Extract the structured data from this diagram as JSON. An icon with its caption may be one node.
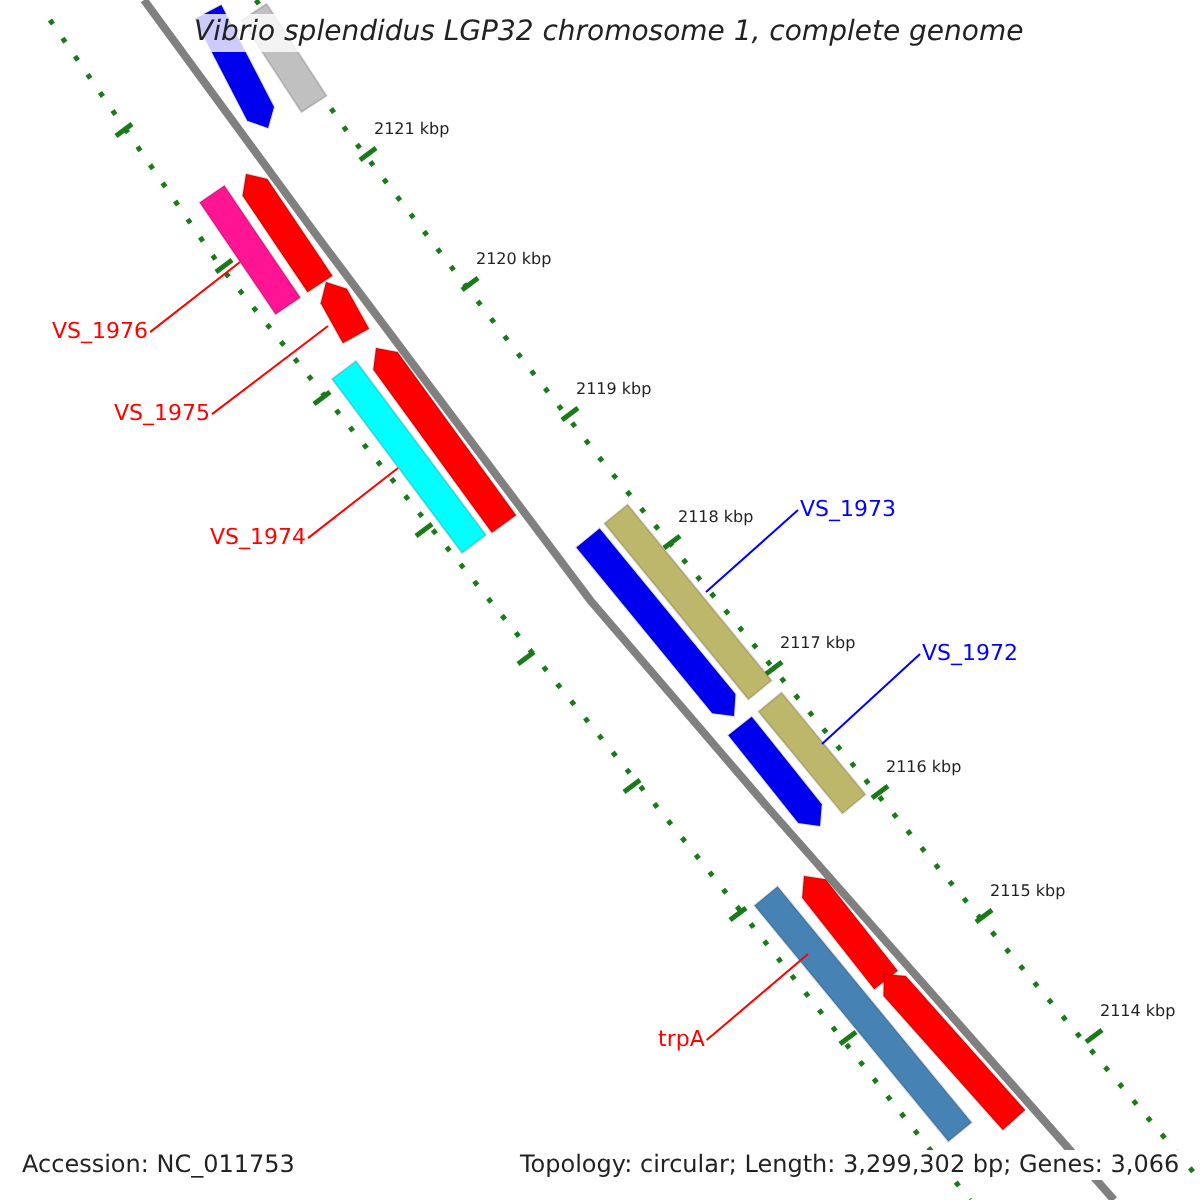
{
  "diagram": {
    "title": "Vibrio splendidus LGP32 chromosome 1, complete genome",
    "nodes": [
      {
        "text": [
          "VS_1976"
        ]
      },
      {
        "text": [
          "VS_1975"
        ]
      },
      {
        "text": [
          "VS_1974"
        ]
      },
      {
        "text": [
          "VS_1973"
        ]
      },
      {
        "text": [
          "VS_1972"
        ]
      },
      {
        "text": [
          "trpA"
        ]
      },
      {
        "text": [],
        "shape": "bar"
      },
      {
        "text": [],
        "shape": "bar"
      },
      {
        "text": [],
        "shape": "bar"
      },
      {
        "text": [],
        "shape": "bar"
      },
      {
        "text": [],
        "shape": "bar"
      },
      {
        "text": [],
        "shape": "bar"
      }
    ],
    "edges": [
      {
        "from": 0,
        "to": 6,
        "arrow": "none"
      },
      {
        "from": 1,
        "to": 7,
        "arrow": "none"
      },
      {
        "from": 2,
        "to": 8,
        "arrow": "none"
      },
      {
        "from": 3,
        "to": 9,
        "arrow": "none",
        "color": "#0000ff"
      },
      {
        "from": 4,
        "to": 10,
        "arrow": "none",
        "color": "#0000ff"
      },
      {
        "from": 5,
        "to": 11,
        "arrow": "none"
      }
    ],
    "labels": [
      "2121 kbp",
      "2120 kbp",
      "2119 kbp",
      "2118 kbp",
      "2117 kbp",
      "2116 kbp",
      "2115 kbp",
      "2114 kbp",
      "Accession: NC_011753",
      "Topology: circular; Length: 3,299,302 bp; Genes: 3,066"
    ]
  }
}
